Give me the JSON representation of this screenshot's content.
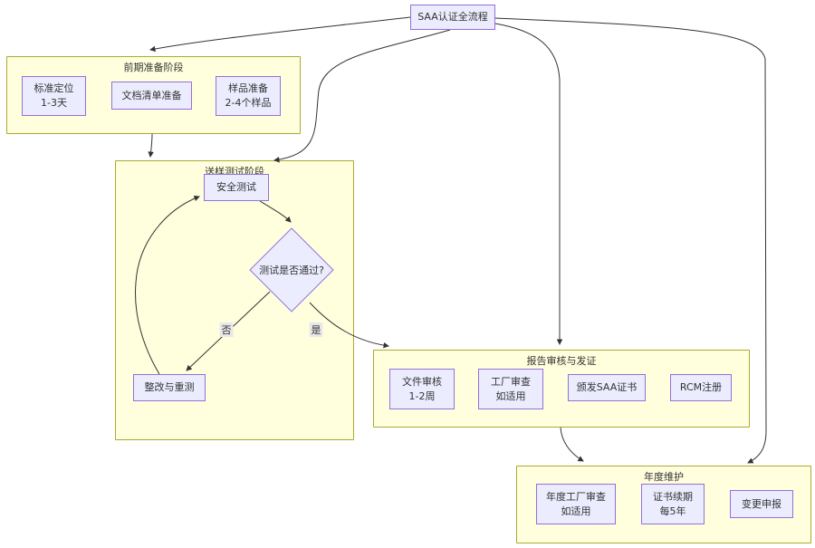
{
  "diagram": {
    "title_node": "SAA认证全流程",
    "stages": [
      {
        "label": "前期准备阶段",
        "nodes": [
          {
            "label": "标准定位\n1-3天"
          },
          {
            "label": "文档清单准备"
          },
          {
            "label": "样品准备\n2-4个样品"
          }
        ]
      },
      {
        "label": "送样测试阶段",
        "nodes": [
          {
            "label": "安全测试"
          },
          {
            "label": "测试是否通过?"
          },
          {
            "label": "整改与重测"
          }
        ]
      },
      {
        "label": "报告审核与发证",
        "nodes": [
          {
            "label": "文件审核\n1-2周"
          },
          {
            "label": "工厂审查\n如适用"
          },
          {
            "label": "颁发SAA证书"
          },
          {
            "label": "RCM注册"
          }
        ]
      },
      {
        "label": "年度维护",
        "nodes": [
          {
            "label": "年度工厂审查\n如适用"
          },
          {
            "label": "证书续期\n每5年"
          },
          {
            "label": "变更申报"
          }
        ]
      }
    ],
    "edge_labels": {
      "no": "否",
      "yes": "是"
    },
    "colors": {
      "node_fill": "#ECECFF",
      "node_border": "#9370DB",
      "stage_fill": "#FFFFDE",
      "stage_border": "#AAAA33",
      "edge": "#333333",
      "edge_label_bg": "#E8E8E8"
    }
  }
}
